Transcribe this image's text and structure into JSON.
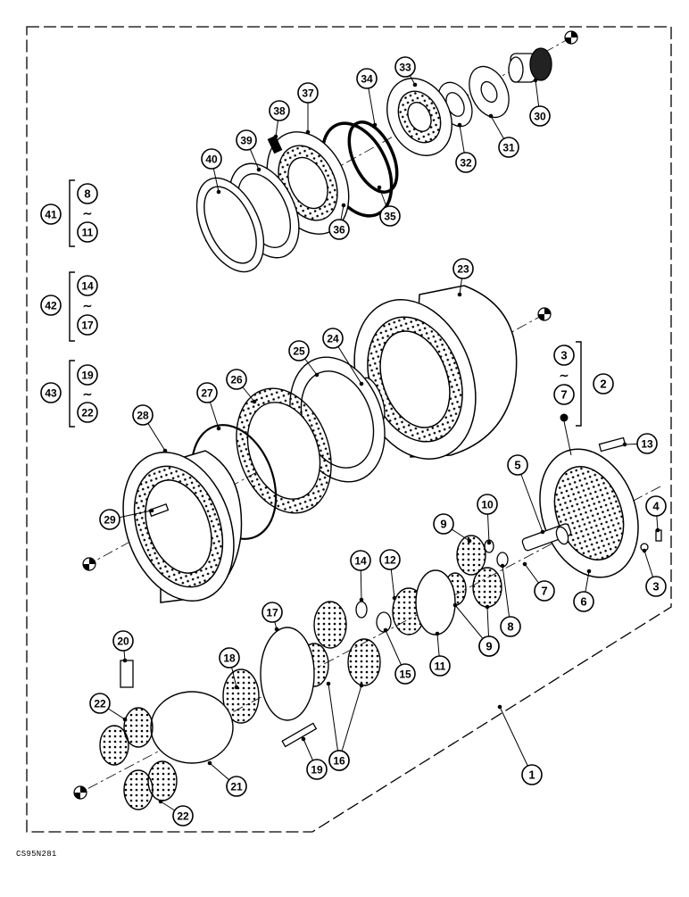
{
  "drawing_code": "CS95N281",
  "callouts": [
    "1",
    "2",
    "3",
    "4",
    "5",
    "6",
    "7",
    "8",
    "9",
    "9",
    "9",
    "10",
    "11",
    "12",
    "13",
    "14",
    "15",
    "16",
    "16",
    "17",
    "18",
    "19",
    "20",
    "21",
    "22",
    "22",
    "23",
    "24",
    "25",
    "26",
    "27",
    "28",
    "29",
    "30",
    "31",
    "32",
    "33",
    "34",
    "35",
    "36",
    "37",
    "38",
    "39",
    "40"
  ],
  "range_groups": [
    {
      "group": "41",
      "from": "8",
      "to": "11"
    },
    {
      "group": "42",
      "from": "14",
      "to": "17"
    },
    {
      "group": "43",
      "from": "19",
      "to": "22"
    },
    {
      "group": "2",
      "from": "3",
      "to": "7"
    }
  ],
  "range_separator": "∼"
}
